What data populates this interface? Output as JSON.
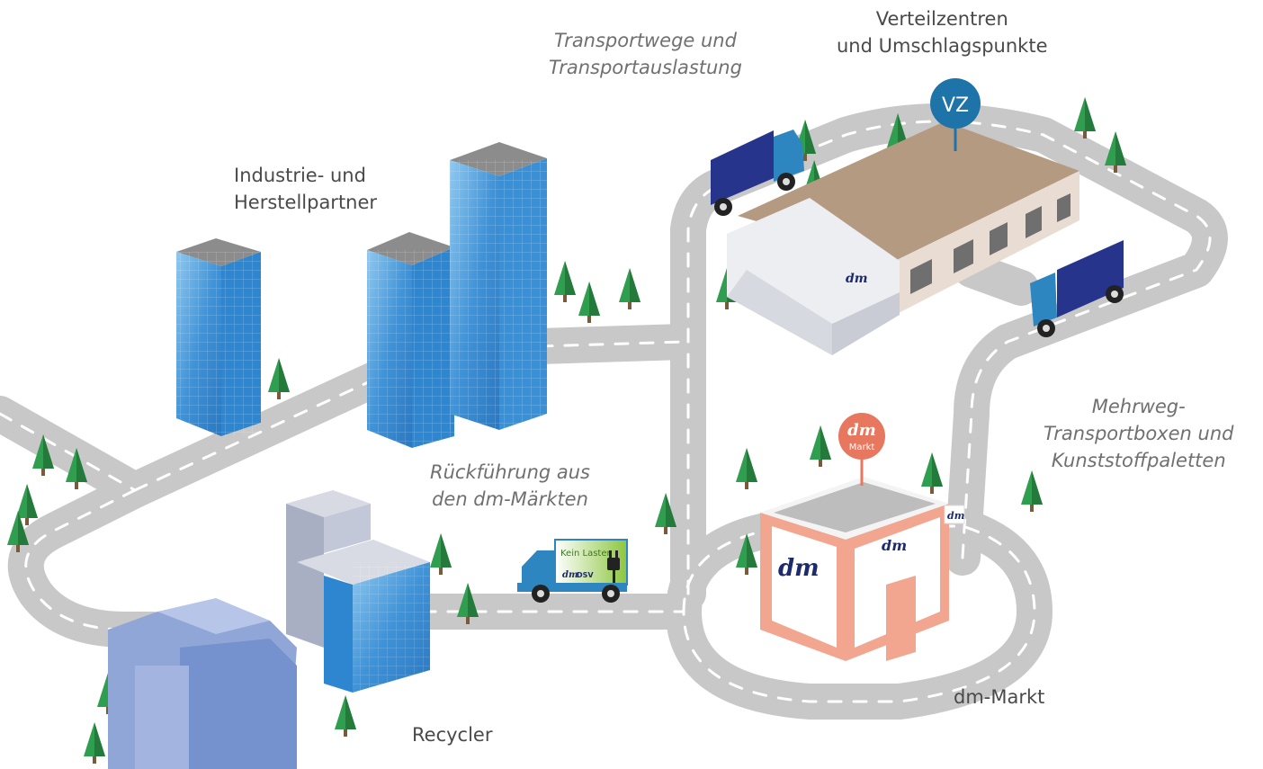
{
  "labels": {
    "industrie": [
      "Industrie- und",
      "Herstellpartner"
    ],
    "transportwege": [
      "Transportwege und",
      "Transportauslastung"
    ],
    "verteil": [
      "Verteilzentren",
      "und Umschlagspunkte"
    ],
    "mehrweg": [
      "Mehrweg-",
      "Transportboxen und",
      "Kunststoffpaletten"
    ],
    "rueck": [
      "Rückführung aus",
      "den dm-Märkten"
    ],
    "markt": "dm-Markt",
    "recycler": "Recycler"
  },
  "pins": {
    "vz": "VZ",
    "markt_logo": "dm",
    "markt_sub": "Markt"
  },
  "logos": {
    "dm": "dm",
    "dsv": "DSV"
  },
  "truck_sign": "Kein Laster",
  "colors": {
    "road": "#c9c9c9",
    "road_dash": "#ffffff",
    "tree": "#2f9e4f",
    "tree_dark": "#237a3b",
    "glass": "#4a9fe0",
    "glass_light": "#bfe0f7",
    "truck_cab": "#2e86c1",
    "truck_box": "#27348b",
    "pin_blue": "#1e73a8",
    "pin_orange": "#e8775f",
    "dm_red": "#e2231a",
    "warehouse_roof": "#b59a82"
  }
}
